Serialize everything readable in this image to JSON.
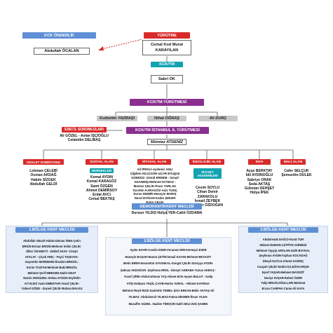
{
  "colors": {
    "red": "#d92a2a",
    "blue": "#3b66b3",
    "purple": "#8a2f8f",
    "teal": "#12a3b1",
    "light_blue": "#5f8fd4"
  },
  "top": {
    "kck_label": "KCK ÖNDERLİK",
    "kck_name": "Abdullah ÖCALAN",
    "yurutme_label": "YÜRÜTME",
    "yurutme_name_1": "Cemal Kod Murat",
    "yurutme_name_2": "KARAYILAN",
    "kcktm_label": "KCK/TM",
    "kcktm_name": "Sabri OK",
    "kcktm_yurutme_label": "KCK/TM YÜRÜTMESİ",
    "yurutme_members": [
      "Kutbettin YAZBAŞI",
      "Nihat OĞRAŞ",
      "Ali DURÇ"
    ]
  },
  "left_block": {
    "label": "ESKİ İL SORUMLULARI",
    "names": [
      "Ali GÖZEL - Aslan İŞÇİOĞLU",
      "Celalettin DELİBAŞ"
    ]
  },
  "istanbul": {
    "label": "KCK/TM İSTANBUL İL YÜRÜTMESİ",
    "head": "Mümtaz ATDENİZ"
  },
  "departments": [
    {
      "label": "ADALET KOMİSYONU",
      "names": [
        "Lokman ÇELEBİ",
        "Osman AKDAĞ",
        "Hakim SİZGEK",
        "Abdullah GELDİ"
      ]
    },
    {
      "label": "SOSYAL ALAN",
      "sub": "DERNEKLER",
      "names": [
        "Kemal AYDIN",
        "Kemal KARAGÖZ",
        "Sami ÖZGEN",
        "Ahmet DEMİRSOY",
        "Erdal AVCI",
        "Cemal BEKTAŞ"
      ]
    },
    {
      "label": "SİYASAL ALAN",
      "names": [
        "Ali İPEKLİ-Aydemir ANLI",
        "Çiğdem KILIÇGÜN UÇAR Ertuğrul",
        "GÜNDÜZ- Gönül ERDEM - İsmail",
        "ADANMIŞ-Mehmet KIYMAZ -",
        "Menice ÇELİK-Pınar TARLAK",
        "Tacettin KARAGÖZ-Aziz TUNÇ",
        "Evren DEMİR-Hüseyin BARIŞ",
        "Nural DOĞAN-Katim ŞEKER",
        "Emin ÇELİK"
      ]
    },
    {
      "label": "İDEOLOJİK ALAN",
      "sub": "SİYASET AKADEMİLERİ",
      "names": [
        "Cesim SOYLU",
        "Cihan Demir",
        "ZARAKOLU",
        "İsmail ZEYBEK",
        "Tuncer ÖZDOĞAN"
      ]
    },
    {
      "label": "DKH",
      "names": [
        "Ayşe BERKTAY",
        "İdil AYDINOĞLU",
        "Sabriye ORAK",
        "Seda AKTAŞ",
        "Gülistan DEHŞET",
        "Hülya İPEK"
      ]
    },
    {
      "label": "MALİ ALAN",
      "names": [
        "Cafer SELÇUK",
        "Şemsettin DÜLEK"
      ]
    }
  ],
  "demokratik": {
    "label": "DEMOKRATİKKENT MECLİSİ",
    "names": "Dursun YILDIZ-Hülya YER-Cahit ÖZDAMA"
  },
  "regions": [
    {
      "label": "1.BÖLGE KENT MECLİSİ",
      "names": [
        "Abdullah GELDİ-Abdurrahman İSEN-Çetin",
        "ERGİN Erman ERGİN-Mehmet Selim ÇELİK-",
        "Ülker ÖZADIKTİ - Zülküf AKAY- Cimşit",
        "ATALAY - Çiçek ARIÇ - Feyzi TAŞKAYA-",
        "Gaynettin MORDENİZ-İbrahim BİNGÖL-",
        "Kerim TAŞTAN-Mehmet Baki BİNGÖL",
        "Mehmet Şerif MERGEN-Nahit ONAT",
        "Nazim ADIGÜZEL-Selma AYGÜN-Seyfettin",
        "AYYILDIZ Yasin EMEKTAR-Yusuf ÇELİK-",
        "Yüksel GÖDE - Zeynel ÇELİK-Rıdvan BALKU"
      ]
    },
    {
      "label": "2.BÖLGE KENT MECLİSİ",
      "names": [
        "Aydın NAYIR-Cemile ESER-Feramez ERKAN-Hayri ESER",
        "Hüseyin BAŞAR-Hüsnü ÇETİN-İsmail KAYAN-Mehmet BEYAZIT-",
        "Metin EREN-Necmettin SAYANKAL-Songül ÇELİK-Süreyya AYDIN-",
        "Şahnaz AKDOĞAN -Şeyhmus EROL -Ümeyir AKBABA-Yunus AKBAŞ -",
        "Yusuf ÇİRİK-Abdurrahman YAŞ-Ahmet ECE-Ayşen BULUT - Galip",
        "ATİŞ-Gülüşen YEŞİL ÇAYIR-Hatice VURAL - Hikmet KAYMAZ-",
        "Mehmet Reşit İNCE-Sadrettin TEMEL-Şirin ERKAN-Bekir AKTAŞ-Ali",
        "YILMAZ -Abdulmecit YILMAZ-Fatma DİKMEN-İhsan YILES-",
        "Muzaffer GÜZEL -Nadive TİMOÇİN-Salih DELİ-Zeki ŞAHEN"
      ]
    },
    {
      "label": "3.BÖLGE KENT MECLİSİ",
      "names": [
        "Abdulrezak DAĞCI-Faruk TUR",
        "Hikmet DUMAN-LÜTFİYE GÜRBÜZ",
        "Mehmet Tayyip ARSLAN-Salih BAYKAL",
        "Şeyhmus AYDIN-Tayhan KOCADAĞ",
        "Übeyit KUTLU-Ahmet SAĞINÇ",
        "Cuayah ÇELİK-Nedim İÇLEĞİ-KARÇIK",
        "Eşref YAŞAR-Mehmet BAYEZİT",
        "Nuriye AVŞAR-Rahmi ÖZER",
        "Talip MİKAİLOĞULLARI-Mahmut",
        "Ercan CANPAK-Cuma Ali KAYA"
      ]
    }
  ]
}
